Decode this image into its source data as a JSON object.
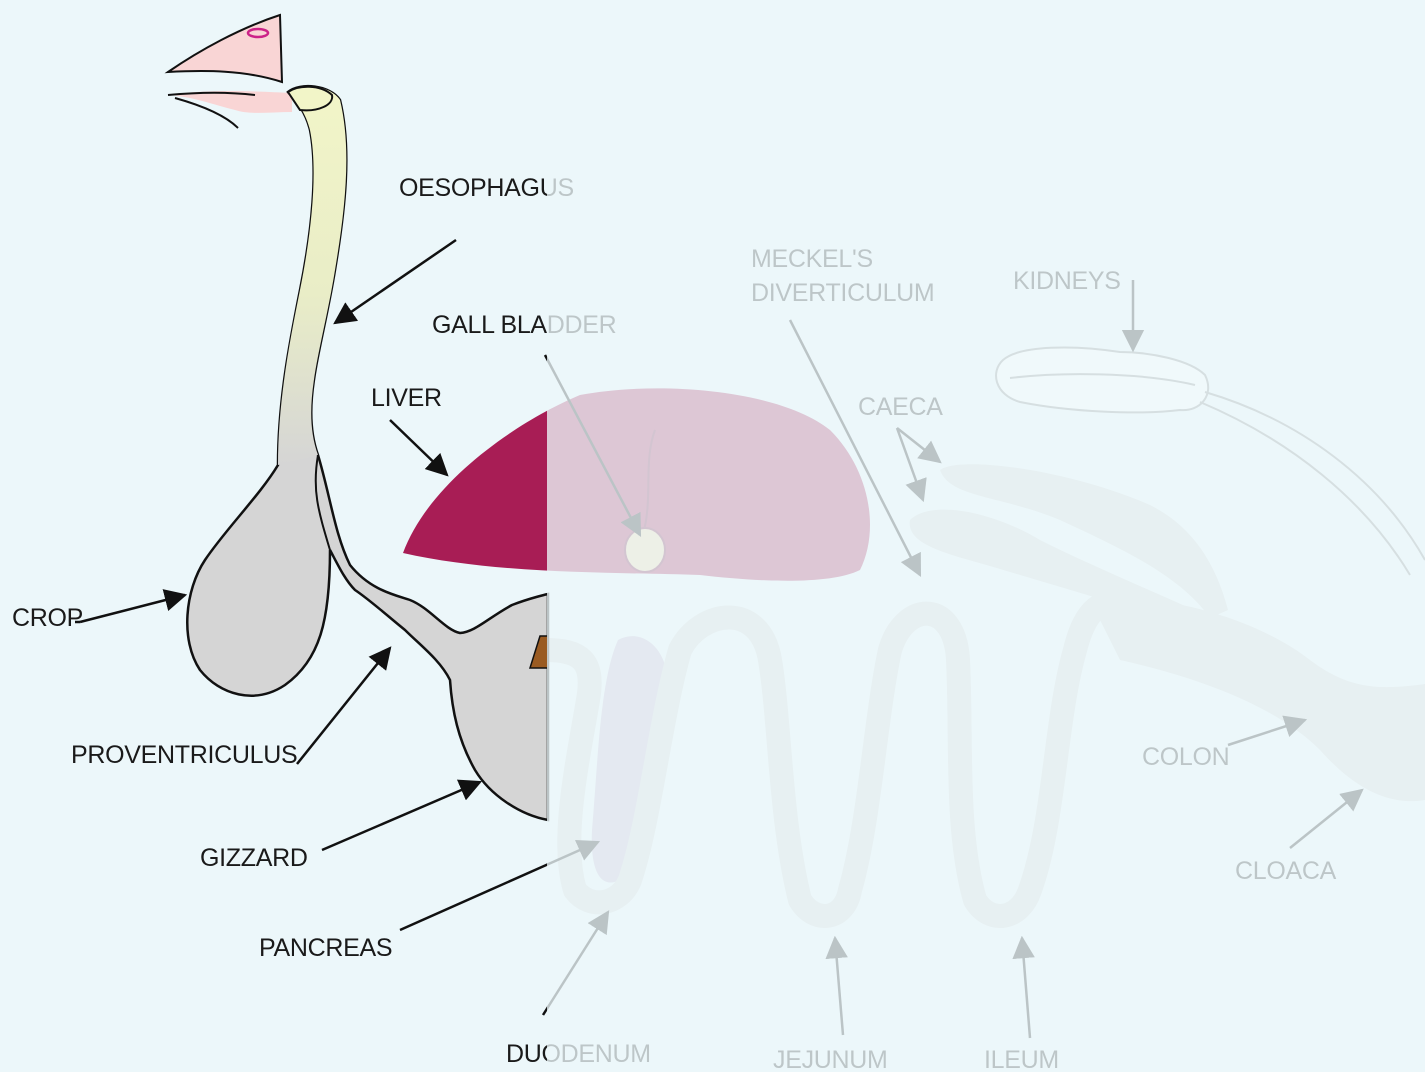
{
  "diagram": {
    "colors": {
      "background": "#ecf7fa",
      "tract": "#d5d5d5",
      "oesophagus_top": "#f2f5c8",
      "liver": "#a81d55",
      "beak": "#f9d5d5",
      "gizzard_lining": "#9a5b22",
      "kidney": "#ffffff",
      "pancreas": "#c9b8cf"
    },
    "labels": {
      "oesophagus": "OESOPHAGUS",
      "gall_bladder": "GALL BLADDER",
      "liver": "LIVER",
      "crop": "CROP",
      "proventriculus": "PROVENTRICULUS",
      "gizzard": "GIZZARD",
      "pancreas": "PANCREAS",
      "duodenum": "DUODENUM",
      "meckels_line1": "MECKEL'S",
      "meckels_line2": "DIVERTICULUM",
      "kidneys": "KIDNEYS",
      "caeca": "CAECA",
      "colon": "COLON",
      "cloaca": "CLOACA",
      "jejunum": "JEJUNUM",
      "ileum": "ILEUM"
    }
  }
}
